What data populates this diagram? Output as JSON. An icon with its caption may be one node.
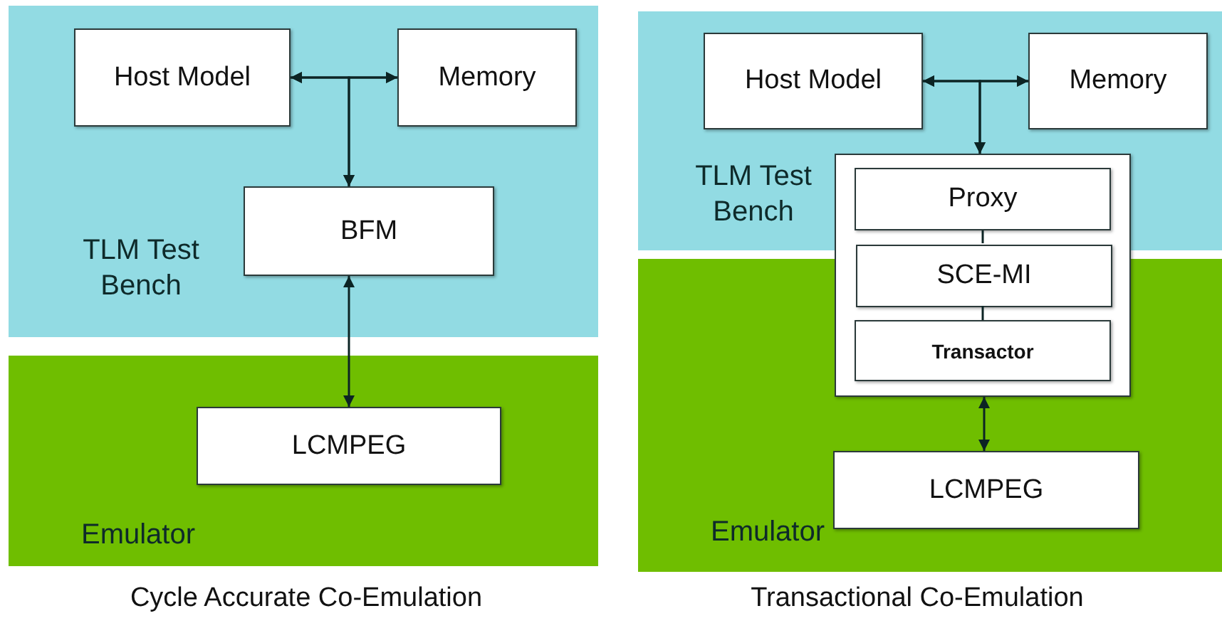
{
  "diagram": {
    "nodes": [
      {
        "text": [
          "TLM Test Bench"
        ]
      },
      {
        "text": [
          "Host Model"
        ],
        "in": 0
      },
      {
        "text": [
          "Memory"
        ],
        "in": 0
      },
      {
        "text": [
          "BFM"
        ],
        "in": 0
      },
      {
        "text": [
          "Emulator"
        ]
      },
      {
        "text": [
          "LCMPEG"
        ],
        "in": 4
      },
      {
        "text": [
          "TLM Test Bench"
        ]
      },
      {
        "text": [
          "Host Model"
        ],
        "in": 6
      },
      {
        "text": [
          "Memory"
        ],
        "in": 6
      },
      {
        "text": [
          "Emulator"
        ]
      },
      {
        "text": [],
        "shape": "box"
      },
      {
        "text": [
          "Proxy"
        ]
      },
      {
        "text": [
          "SCE-MI"
        ],
        "in": 10
      },
      {
        "text": [
          "Transactor"
        ]
      },
      {
        "text": [
          "LCMPEG"
        ],
        "in": 9
      }
    ],
    "edges": [
      {
        "from": 1,
        "to": 2,
        "arrow": "both"
      },
      {
        "from": 1,
        "to": 3,
        "arrow": "both"
      },
      {
        "from": 2,
        "to": 3,
        "arrow": "both"
      },
      {
        "from": 3,
        "to": 5,
        "arrow": "both"
      },
      {
        "from": 7,
        "to": 8,
        "arrow": "both"
      },
      {
        "from": 7,
        "to": 10,
        "arrow": "both"
      },
      {
        "from": 8,
        "to": 10,
        "arrow": "both"
      },
      {
        "from": 11,
        "to": 12,
        "arrow": "none"
      },
      {
        "from": 12,
        "to": 13,
        "arrow": "none"
      },
      {
        "from": 10,
        "to": 14,
        "arrow": "both"
      }
    ],
    "labels": [
      "Cycle Accurate Co-Emulation",
      "Transactional Co-Emulation"
    ]
  }
}
